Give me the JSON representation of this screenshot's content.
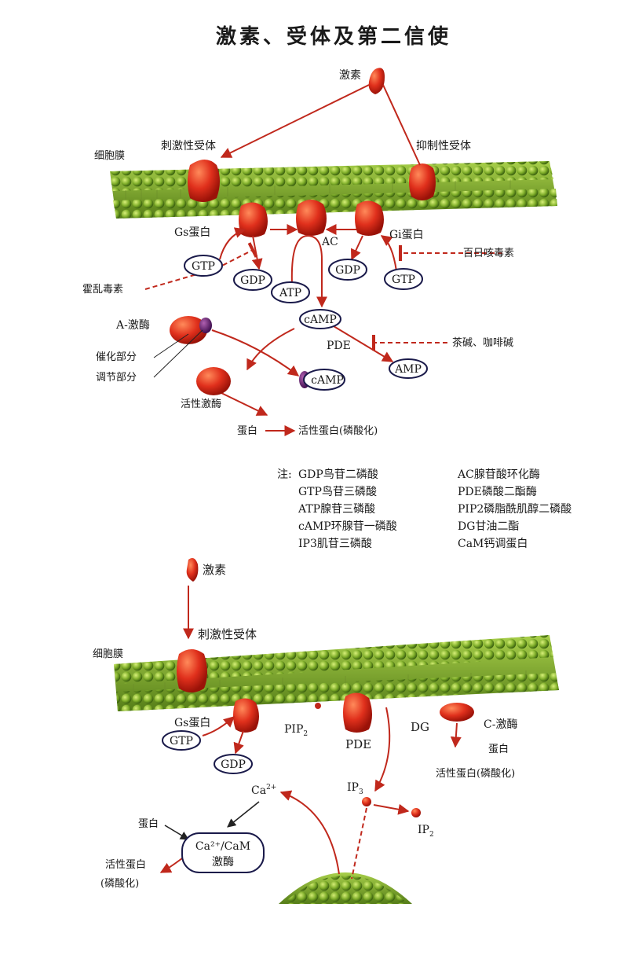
{
  "title": "激素、受体及第二信使",
  "top": {
    "hormone": "激素",
    "membrane": "细胞膜",
    "stim_receptor": "刺激性受体",
    "inhib_receptor": "抑制性受体",
    "gs": "Gs蛋白",
    "ac": "AC",
    "gi": "Gi蛋白",
    "pertussis": "百日咳毒素",
    "cholera": "霍乱毒素",
    "gtp_left": "GTP",
    "gdp_left": "GDP",
    "atp": "ATP",
    "gdp_right": "GDP",
    "gtp_right": "GTP",
    "camp": "cAMP",
    "pde": "PDE",
    "amp": "AMP",
    "theophylline": "茶碱、咖啡碱",
    "a_kinase": "A-激酶",
    "catalytic": "催化部分",
    "regulatory": "调节部分",
    "camp_bound": "cAMP",
    "active_kinase": "活性激酶",
    "protein": "蛋白",
    "active_protein": "活性蛋白(磷酸化)"
  },
  "notes": {
    "prefix": "注:",
    "left": [
      "GDP鸟苷二磷酸",
      "GTP鸟苷三磷酸",
      "ATP腺苷三磷酸",
      "cAMP环腺苷一磷酸",
      "IP3肌苷三磷酸"
    ],
    "right": [
      "AC腺苷酸环化酶",
      "PDE磷酸二酯酶",
      "PIP2磷脂酰肌醇二磷酸",
      "DG甘油二酯",
      "CaM钙调蛋白"
    ]
  },
  "bottom": {
    "hormone": "激素",
    "stim_receptor": "刺激性受体",
    "membrane": "细胞膜",
    "gs": "Gs蛋白",
    "gtp": "GTP",
    "gdp": "GDP",
    "pip2": "PIP",
    "pip2_sub": "2",
    "pde": "PDE",
    "dg": "DG",
    "c_kinase": "C-激酶",
    "c_protein": "蛋白",
    "c_active": "活性蛋白(磷酸化)",
    "ip3": "IP",
    "ip3_sub": "3",
    "ip2": "IP",
    "ip2_sub": "2",
    "ca": "Ca",
    "ca_sup": "2+",
    "protein": "蛋白",
    "cam_line1": "Ca²⁺/CaM",
    "cam_line2": "激酶",
    "active_protein1": "活性蛋白",
    "active_protein2": "(磷酸化)"
  },
  "colors": {
    "protein_red": "#d9261c",
    "membrane_green": "#7fae2a",
    "arrow_red": "#c0281c",
    "kinase_purple": "#5a1a6a"
  }
}
